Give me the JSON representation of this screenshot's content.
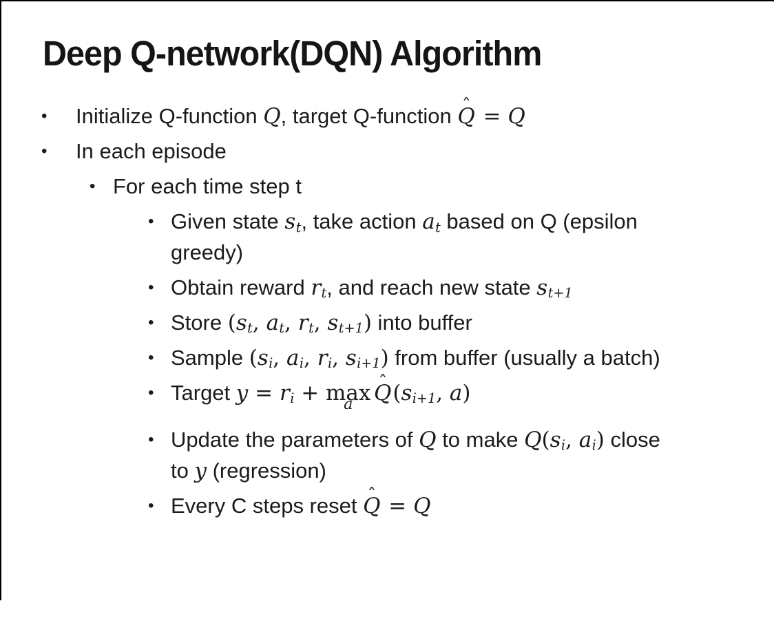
{
  "page": {
    "background_color": "#ffffff",
    "border_color": "#000000",
    "text_color": "#1b1b1b"
  },
  "slide": {
    "title": "Deep Q-network(DQN) Algorithm",
    "qhat_glyph": {
      "base": "Q",
      "hat": "ˆ"
    },
    "bullets": [
      {
        "level": 1,
        "segments": [
          {
            "type": "t",
            "text": "Initialize Q-function "
          },
          {
            "type": "m",
            "text": "Q"
          },
          {
            "type": "t",
            "text": ", target Q-function "
          },
          {
            "type": "qhat"
          },
          {
            "type": "u",
            "text": " = "
          },
          {
            "type": "m",
            "text": "Q"
          }
        ]
      },
      {
        "level": 1,
        "segments": [
          {
            "type": "t",
            "text": "In each episode"
          }
        ]
      },
      {
        "level": 2,
        "segments": [
          {
            "type": "t",
            "text": "For each time step t"
          }
        ]
      },
      {
        "level": 3,
        "segments": [
          {
            "type": "t",
            "text": "Given state "
          },
          {
            "type": "ms",
            "base": "s",
            "sub": "t"
          },
          {
            "type": "t",
            "text": ", take action "
          },
          {
            "type": "ms",
            "base": "a",
            "sub": "t"
          },
          {
            "type": "t",
            "text": " based on Q (epsilon"
          },
          {
            "type": "br"
          },
          {
            "type": "t",
            "text": "greedy)"
          }
        ]
      },
      {
        "level": 3,
        "segments": [
          {
            "type": "t",
            "text": "Obtain reward "
          },
          {
            "type": "ms",
            "base": "r",
            "sub": "t"
          },
          {
            "type": "t",
            "text": ", and reach new state "
          },
          {
            "type": "ms",
            "base": "s",
            "sub": "t+1"
          }
        ]
      },
      {
        "level": 3,
        "segments": [
          {
            "type": "t",
            "text": "Store "
          },
          {
            "type": "u",
            "text": "("
          },
          {
            "type": "ms",
            "base": "s",
            "sub": "t"
          },
          {
            "type": "u",
            "text": ", "
          },
          {
            "type": "ms",
            "base": "a",
            "sub": "t"
          },
          {
            "type": "u",
            "text": ", "
          },
          {
            "type": "ms",
            "base": "r",
            "sub": "t"
          },
          {
            "type": "u",
            "text": ", "
          },
          {
            "type": "ms",
            "base": "s",
            "sub": "t+1"
          },
          {
            "type": "u",
            "text": ")"
          },
          {
            "type": "t",
            "text": " into buffer"
          }
        ]
      },
      {
        "level": 3,
        "segments": [
          {
            "type": "t",
            "text": "Sample "
          },
          {
            "type": "u",
            "text": "("
          },
          {
            "type": "ms",
            "base": "s",
            "sub": "i"
          },
          {
            "type": "u",
            "text": ", "
          },
          {
            "type": "ms",
            "base": "a",
            "sub": "i"
          },
          {
            "type": "u",
            "text": ", "
          },
          {
            "type": "ms",
            "base": "r",
            "sub": "i"
          },
          {
            "type": "u",
            "text": ", "
          },
          {
            "type": "ms",
            "base": "s",
            "sub": "i+1"
          },
          {
            "type": "u",
            "text": ")"
          },
          {
            "type": "t",
            "text": " from buffer (usually a batch)"
          }
        ]
      },
      {
        "level": 3,
        "segments": [
          {
            "type": "t",
            "text": "Target "
          },
          {
            "type": "m",
            "text": "y"
          },
          {
            "type": "u",
            "text": " = "
          },
          {
            "type": "ms",
            "base": "r",
            "sub": "i"
          },
          {
            "type": "u",
            "text": " + "
          },
          {
            "type": "maxop",
            "op": "max",
            "under": "a"
          },
          {
            "type": "qhat"
          },
          {
            "type": "u",
            "text": "("
          },
          {
            "type": "ms",
            "base": "s",
            "sub": "i+1"
          },
          {
            "type": "u",
            "text": ", "
          },
          {
            "type": "m",
            "text": "a"
          },
          {
            "type": "u",
            "text": ")"
          }
        ]
      },
      {
        "level": 3,
        "segments": [
          {
            "type": "t",
            "text": "Update the parameters of "
          },
          {
            "type": "m",
            "text": "Q"
          },
          {
            "type": "t",
            "text": " to make "
          },
          {
            "type": "m",
            "text": "Q"
          },
          {
            "type": "u",
            "text": "("
          },
          {
            "type": "ms",
            "base": "s",
            "sub": "i"
          },
          {
            "type": "u",
            "text": ", "
          },
          {
            "type": "ms",
            "base": "a",
            "sub": "i"
          },
          {
            "type": "u",
            "text": ")"
          },
          {
            "type": "t",
            "text": " close"
          },
          {
            "type": "br"
          },
          {
            "type": "t",
            "text": "to "
          },
          {
            "type": "m",
            "text": "y"
          },
          {
            "type": "t",
            "text": " (regression)"
          }
        ]
      },
      {
        "level": 3,
        "segments": [
          {
            "type": "t",
            "text": "Every C steps reset "
          },
          {
            "type": "qhat"
          },
          {
            "type": "u",
            "text": " = "
          },
          {
            "type": "m",
            "text": "Q"
          }
        ]
      }
    ]
  }
}
